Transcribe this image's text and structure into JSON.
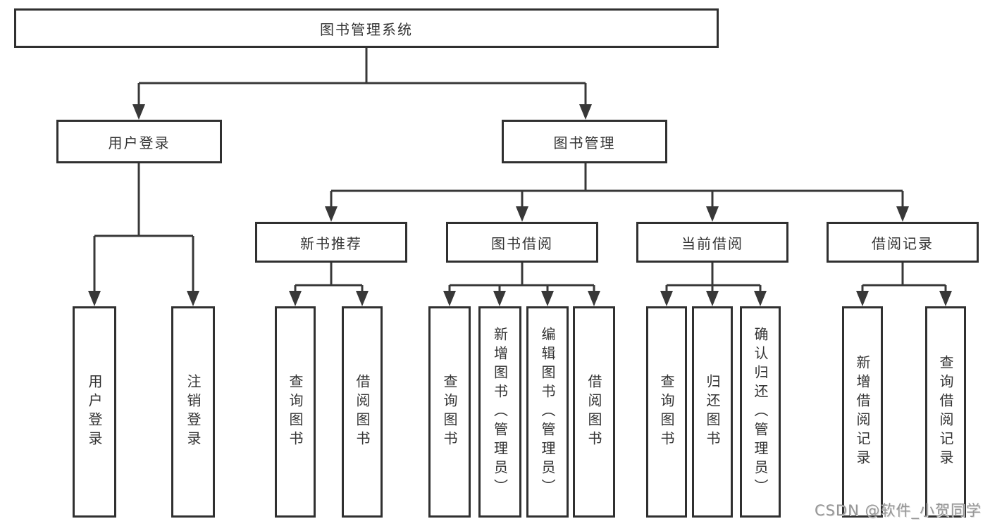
{
  "diagram": {
    "title": "图书管理系统",
    "children": [
      {
        "label": "用户登录",
        "children": [
          {
            "label": "用户登录"
          },
          {
            "label": "注销登录"
          }
        ]
      },
      {
        "label": "图书管理",
        "children": [
          {
            "label": "新书推荐",
            "children": [
              {
                "label": "查询图书"
              },
              {
                "label": "借阅图书"
              }
            ]
          },
          {
            "label": "图书借阅",
            "children": [
              {
                "label": "查询图书"
              },
              {
                "label": "新增图书（管理员）"
              },
              {
                "label": "编辑图书（管理员）"
              },
              {
                "label": "借阅图书"
              }
            ]
          },
          {
            "label": "当前借阅",
            "children": [
              {
                "label": "查询图书"
              },
              {
                "label": "归还图书"
              },
              {
                "label": "确认归还（管理员）"
              }
            ]
          },
          {
            "label": "借阅记录",
            "children": [
              {
                "label": "新增借阅记录"
              },
              {
                "label": "查询借阅记录"
              }
            ]
          }
        ]
      }
    ]
  },
  "watermark": {
    "text": "CSDN @软件_小贺同学"
  },
  "colors": {
    "line": "#383838",
    "border": "#303030",
    "text": "#333333",
    "background": "#ffffff",
    "watermark": "#969696"
  }
}
